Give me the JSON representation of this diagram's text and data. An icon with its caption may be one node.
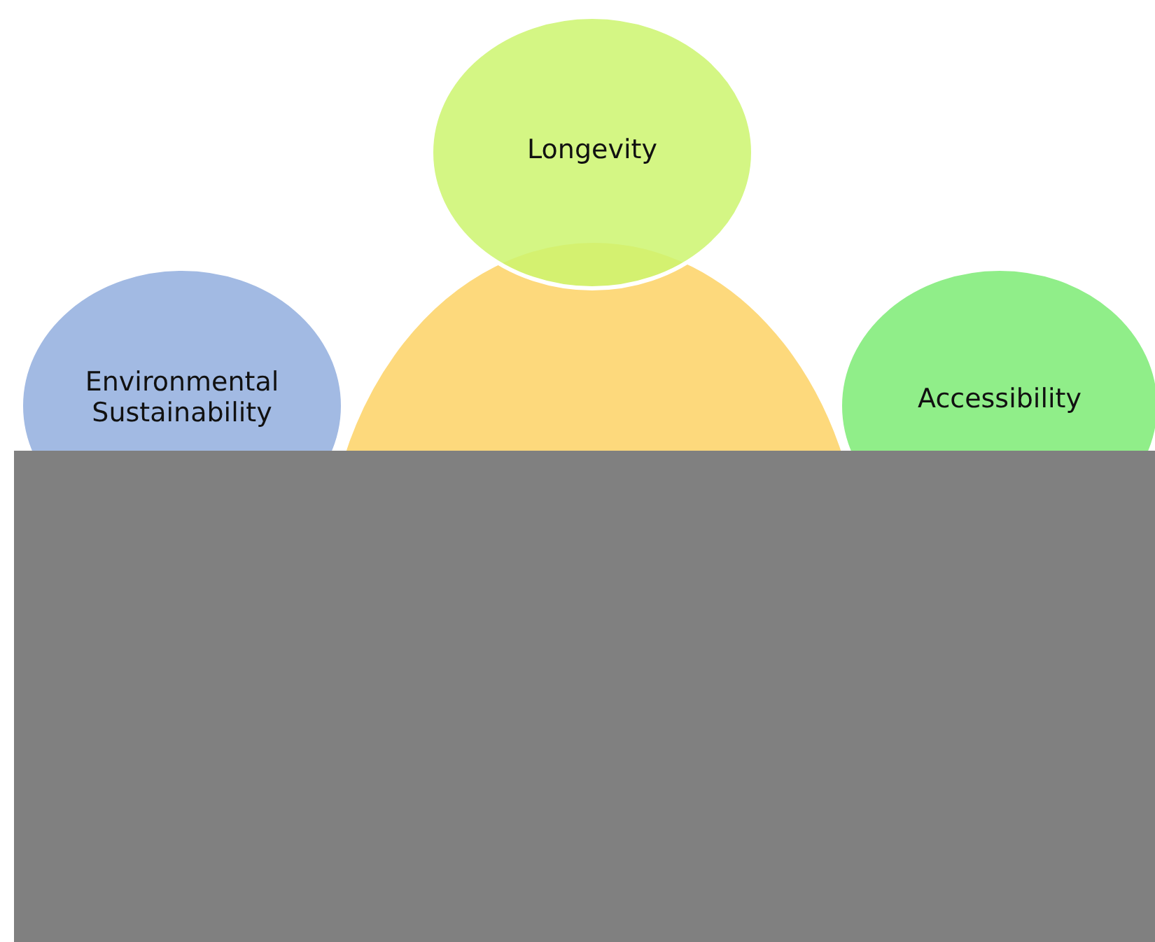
{
  "diagram": {
    "nodes": [
      {
        "text": [
          "Longevity"
        ]
      },
      {
        "text": [
          "Environmental Sustainability"
        ]
      },
      {
        "text": [],
        "shape": "circle"
      },
      {
        "text": [
          "Accessibility"
        ]
      }
    ],
    "edges": []
  }
}
